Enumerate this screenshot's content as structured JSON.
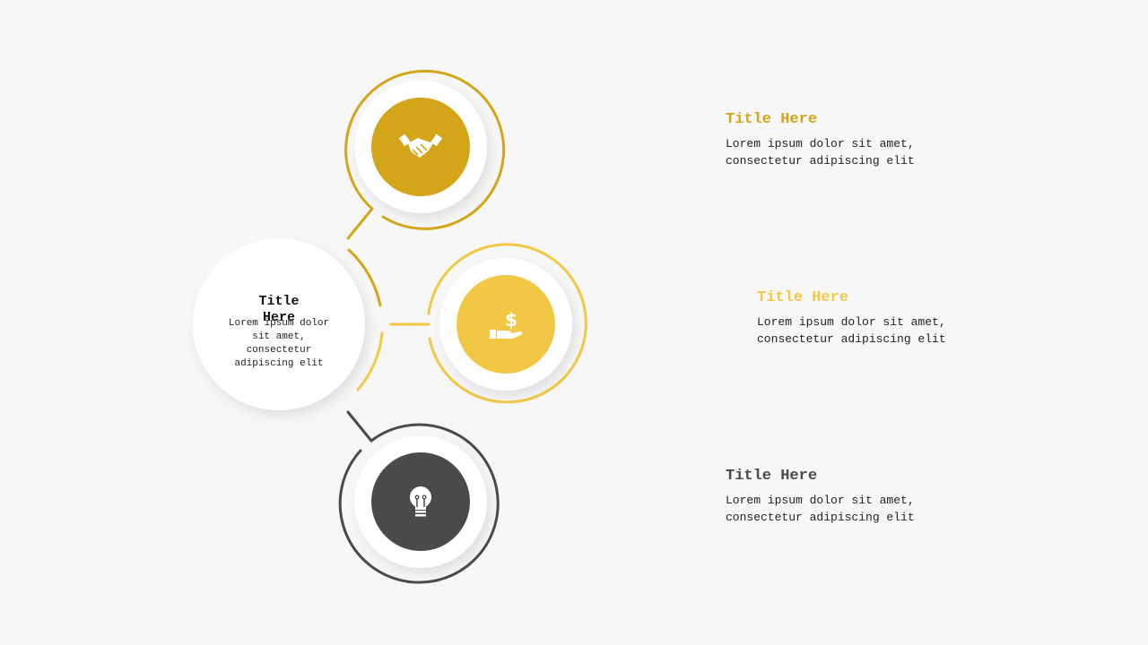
{
  "colors": {
    "background": "#f7f7f7",
    "gold": "#d4a419",
    "yellow": "#f2c744",
    "dark": "#4a4a4a",
    "white": "#ffffff"
  },
  "center": {
    "title": "Title Here",
    "body": "Lorem ipsum dolor sit amet, consectetur adipiscing elit"
  },
  "items": [
    {
      "title": "Title Here",
      "body_line1": "Lorem ipsum dolor sit amet,",
      "body_line2": "consectetur adipiscing elit",
      "color": "#d4a419",
      "icon": "handshake-icon"
    },
    {
      "title": "Title Here",
      "body_line1": "Lorem ipsum dolor sit amet,",
      "body_line2": "consectetur adipiscing elit",
      "color": "#f2c744",
      "icon": "money-hand-icon"
    },
    {
      "title": "Title Here",
      "body_line1": "Lorem ipsum dolor sit amet,",
      "body_line2": "consectetur adipiscing elit",
      "color": "#4a4a4a",
      "icon": "lightbulb-icon"
    }
  ]
}
